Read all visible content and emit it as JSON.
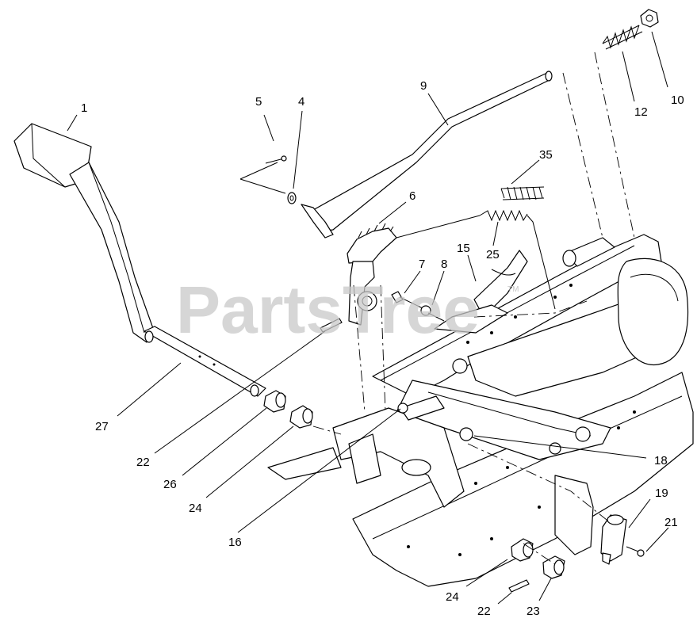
{
  "diagram": {
    "watermark": "PartsTree",
    "watermark_mark": "TM",
    "callouts": [
      "1",
      "5",
      "4",
      "9",
      "10",
      "12",
      "35",
      "6",
      "15",
      "25",
      "7",
      "8",
      "27",
      "22",
      "26",
      "24",
      "16",
      "18",
      "19",
      "21",
      "24",
      "22",
      "23"
    ]
  }
}
